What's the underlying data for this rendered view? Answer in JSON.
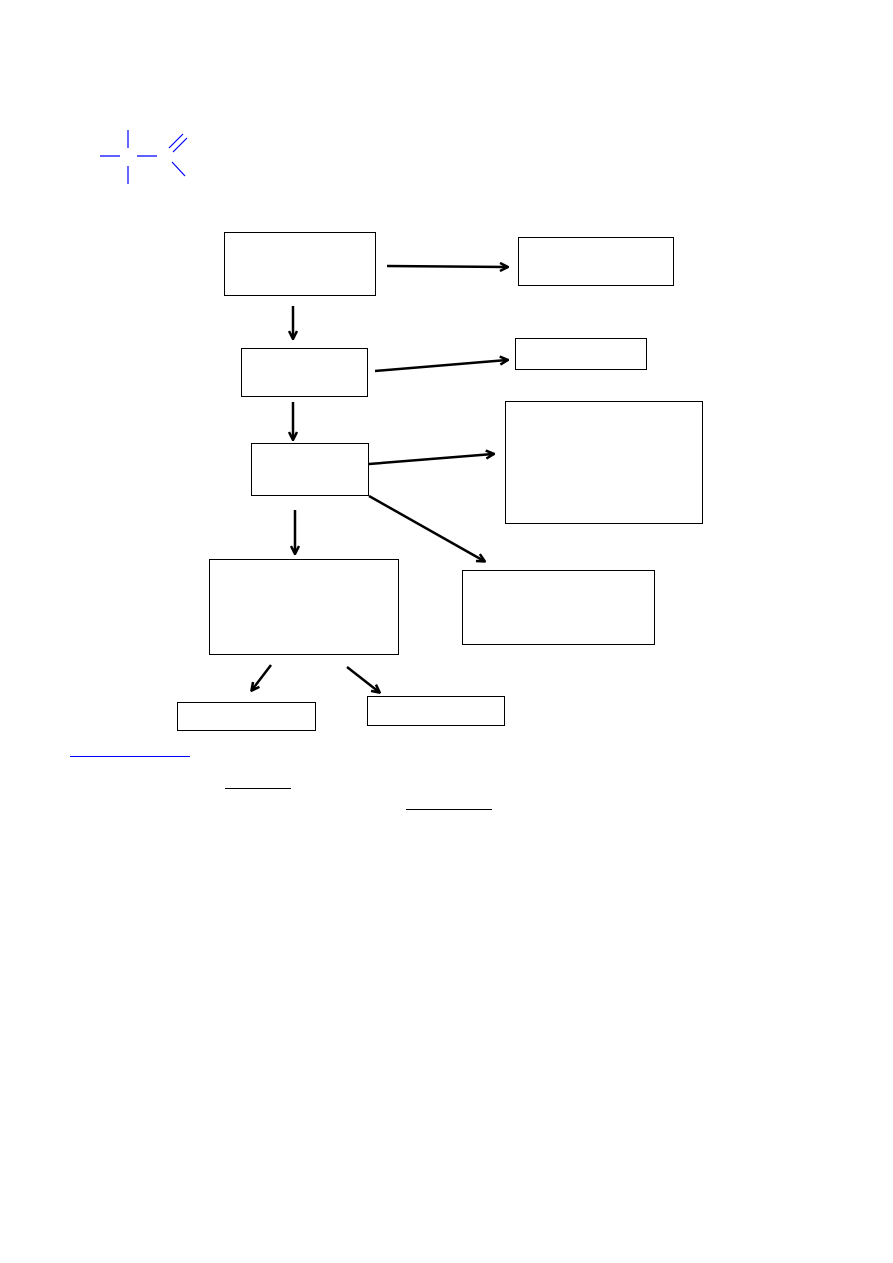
{
  "colors": {
    "mark": "#0000ff",
    "line": "#000000",
    "link_rule": "#0000ff"
  },
  "header": {
    "mark_icon": "crosshair-mark-icon"
  },
  "flowchart": {
    "nodes": [
      {
        "id": "n1",
        "label": ""
      },
      {
        "id": "n2",
        "label": ""
      },
      {
        "id": "n3",
        "label": ""
      },
      {
        "id": "n4",
        "label": ""
      },
      {
        "id": "r1",
        "label": ""
      },
      {
        "id": "r2",
        "label": ""
      },
      {
        "id": "r3",
        "label": ""
      },
      {
        "id": "r4",
        "label": ""
      },
      {
        "id": "b1",
        "label": ""
      },
      {
        "id": "b2",
        "label": ""
      }
    ],
    "edges": [
      {
        "from": "n1",
        "to": "r1"
      },
      {
        "from": "n1",
        "to": "n2"
      },
      {
        "from": "n2",
        "to": "r2"
      },
      {
        "from": "n2",
        "to": "n3"
      },
      {
        "from": "n3",
        "to": "r3"
      },
      {
        "from": "n3",
        "to": "r4"
      },
      {
        "from": "n3",
        "to": "n4"
      },
      {
        "from": "n4",
        "to": "b1"
      },
      {
        "from": "n4",
        "to": "b2"
      }
    ]
  },
  "footer": {
    "link_text": "",
    "underline_1_text": "",
    "underline_2_text": ""
  }
}
